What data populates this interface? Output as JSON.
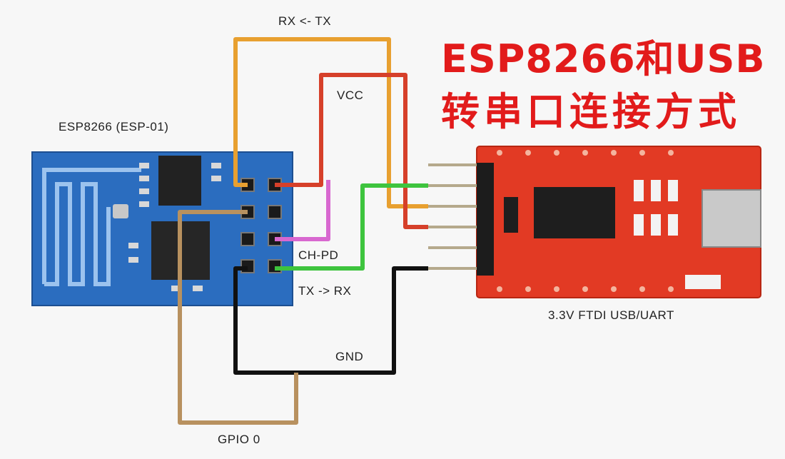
{
  "title": {
    "line1": "ESP8266和USB",
    "line2": "转串口连接方式"
  },
  "esp_module": {
    "label": "ESP8266 (ESP-01)"
  },
  "ftdi_board": {
    "label": "3.3V FTDI USB/UART"
  },
  "wires": [
    {
      "label": "RX <- TX",
      "color": "#e8a030"
    },
    {
      "label": "VCC",
      "color": "#d6402a"
    },
    {
      "label": "CH-PD",
      "color": "#d868d0"
    },
    {
      "label": "TX -> RX",
      "color": "#3ec43e"
    },
    {
      "label": "GND",
      "color": "#111111"
    },
    {
      "label": "GPIO 0",
      "color": "#b8915f"
    }
  ],
  "colors": {
    "esp_pcb": "#2b6dbf",
    "ftdi_pcb": "#e23a24",
    "title": "#e21b1b"
  }
}
